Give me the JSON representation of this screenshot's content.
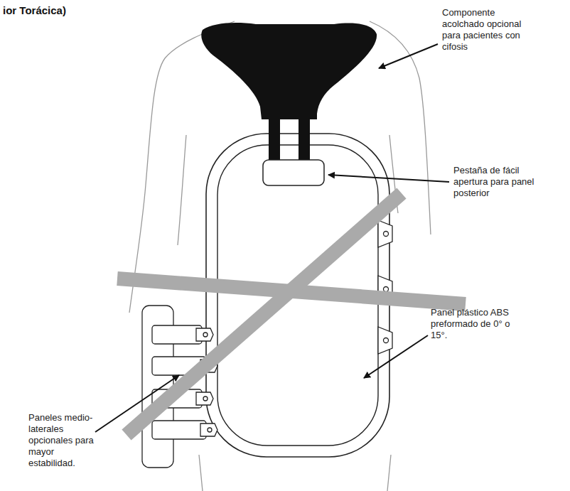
{
  "diagram": {
    "title": "ior Torácica)",
    "labels": [
      "Componente acolchado opcional para pacientes con cifosis",
      "Pestaña de fácil apertura para panel posterior",
      "Panel plástico ABS preformado de 0° o 15°.",
      "Paneles medio-laterales opcionales para mayor estabilidad."
    ]
  }
}
